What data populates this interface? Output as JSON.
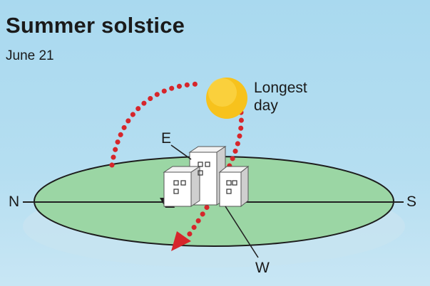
{
  "header": {
    "title": "Summer solstice",
    "subtitle": "June 21"
  },
  "sun_label": {
    "line1": "Longest",
    "line2": "day"
  },
  "directions": {
    "north": "N",
    "south": "S",
    "east": "E",
    "west": "W"
  },
  "colors": {
    "sky": "#b3ddf0",
    "ground": "#9bd6a4",
    "sun": "#f7c21c",
    "path": "#d6262b"
  }
}
